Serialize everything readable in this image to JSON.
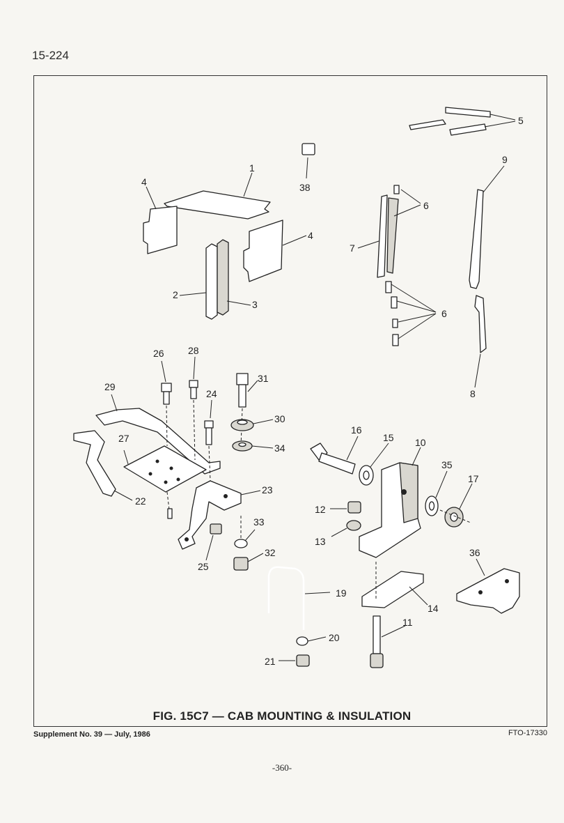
{
  "page": {
    "section_number": "15-224",
    "caption": "FIG. 15C7 — CAB MOUNTING & INSULATION",
    "supplement": "Supplement No. 39 — July, 1986",
    "figure_code": "FTO-17330",
    "page_number": "-360-"
  },
  "callouts": {
    "c1": "1",
    "c2": "2",
    "c3": "3",
    "c4a": "4",
    "c4b": "4",
    "c5": "5",
    "c6a": "6",
    "c6b": "6",
    "c7": "7",
    "c8": "8",
    "c9": "9",
    "c10": "10",
    "c11": "11",
    "c12": "12",
    "c13": "13",
    "c14": "14",
    "c15": "15",
    "c16": "16",
    "c17": "17",
    "c19": "19",
    "c20": "20",
    "c21": "21",
    "c22": "22",
    "c23": "23",
    "c24": "24",
    "c25": "25",
    "c26": "26",
    "c27": "27",
    "c28": "28",
    "c29": "29",
    "c30": "30",
    "c31": "31",
    "c32": "32",
    "c33": "33",
    "c34": "34",
    "c35": "35",
    "c36": "36",
    "c38": "38"
  }
}
